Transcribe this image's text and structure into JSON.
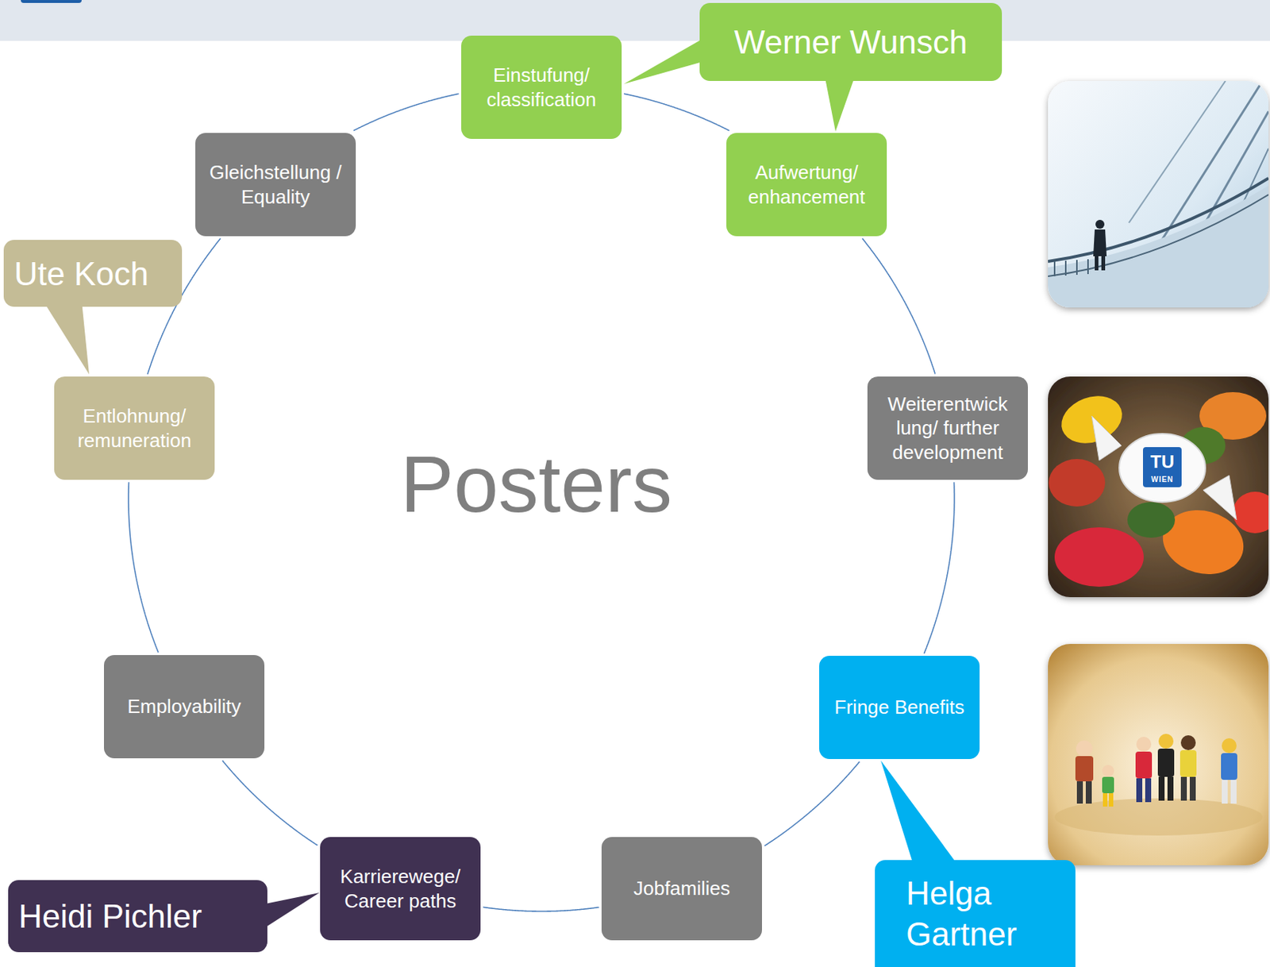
{
  "diagram": {
    "nodes": [
      {
        "text": [
          "Einstufung/ classification"
        ]
      },
      {
        "text": [
          "Aufwertung/ enhancement"
        ]
      },
      {
        "text": [
          "Weiterentwick lung/ further development"
        ]
      },
      {
        "text": [
          "Fringe Benefits"
        ]
      },
      {
        "text": [
          "Jobfamilies"
        ]
      },
      {
        "text": [
          "Karrierewege/ Career paths"
        ]
      },
      {
        "text": [
          "Employability"
        ]
      },
      {
        "text": [
          "Entlohnung/ remuneration"
        ]
      },
      {
        "text": [
          "Gleichstellung / Equality"
        ]
      },
      {
        "text": [
          "Werner Wunsch"
        ]
      },
      {
        "text": [
          "Ute Koch"
        ]
      },
      {
        "text": [
          "Heidi Pichler"
        ]
      },
      {
        "text": [
          "Helga Gartner"
        ]
      }
    ],
    "edges": [
      {
        "from": 0,
        "to": 1,
        "arrow": "none"
      },
      {
        "from": 1,
        "to": 2,
        "arrow": "none"
      },
      {
        "from": 2,
        "to": 3,
        "arrow": "none"
      },
      {
        "from": 3,
        "to": 4,
        "arrow": "none"
      },
      {
        "from": 4,
        "to": 5,
        "arrow": "none"
      },
      {
        "from": 5,
        "to": 6,
        "arrow": "none"
      },
      {
        "from": 6,
        "to": 7,
        "arrow": "none"
      },
      {
        "from": 7,
        "to": 8,
        "arrow": "none"
      },
      {
        "from": 8,
        "to": 0,
        "arrow": "none"
      }
    ],
    "labels": [
      "Posters",
      "TU",
      "WIEN"
    ]
  }
}
